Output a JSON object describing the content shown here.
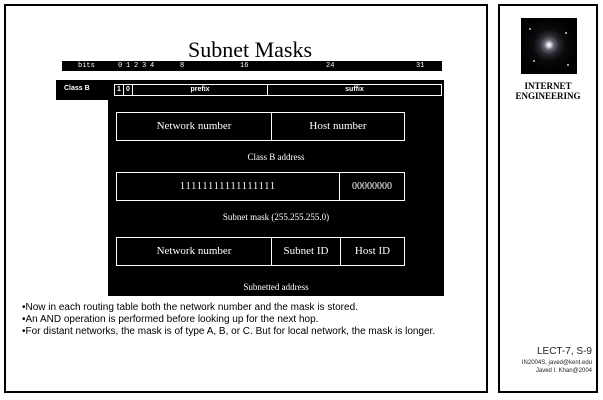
{
  "slide": {
    "title": "Subnet Masks",
    "bits_label": "bits",
    "bits_ticks": [
      "0",
      "1",
      "2",
      "3",
      "4",
      "8",
      "16",
      "24",
      "31"
    ],
    "classb_label": "Class B",
    "classb_bits": [
      "1",
      "0"
    ],
    "prefix_label": "prefix",
    "suffix_label": "suffix",
    "network_number": "Network number",
    "host_number": "Host number",
    "classb_address": "Class B address",
    "mask_ones": "11111111111111111",
    "mask_zeros": "00000000",
    "subnet_mask_caption": "Subnet mask (255.255.255.0)",
    "network_number_2": "Network number",
    "subnet_id": "Subnet ID",
    "host_id": "Host ID",
    "subnetted_caption": "Subnetted address",
    "bullets": [
      "•Now in each routing table both the network number and the mask is stored.",
      "•An AND operation is performed before looking up for the next hop.",
      "•For distant networks, the mask is of type A, B, or C. But for local network, the mask is longer."
    ]
  },
  "sidebar": {
    "title_line1": "INTERNET",
    "title_line2": "ENGINEERING",
    "lect": "LECT-7, S-9",
    "course_line": "IN2004S, javed@kent.edu",
    "author_line": "Javed I. Khan@2004"
  }
}
